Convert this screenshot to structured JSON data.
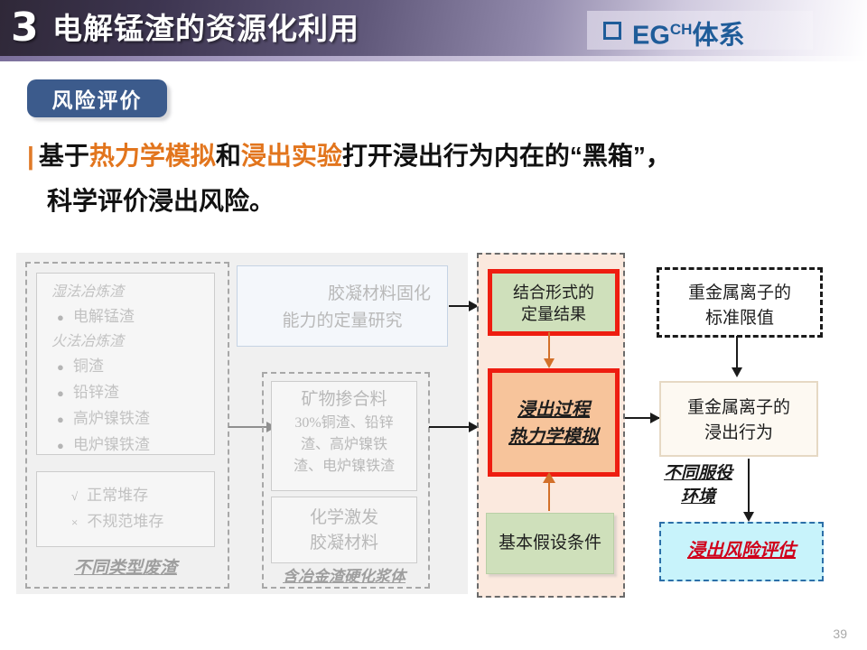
{
  "header": {
    "number": "3",
    "title": "电解锰渣的资源化利用",
    "brand_main": "EG",
    "brand_sup": "CH",
    "brand_tail": "体系",
    "brand_bullet_icon": "square-bullet-icon",
    "accent_color": "#1f5c99"
  },
  "badge": {
    "label": "风险评价",
    "color": "#3c5b8c"
  },
  "headline": {
    "tick": "|",
    "line1_a": "基于",
    "line1_hl1": "热力学模拟",
    "line1_b": "和",
    "line1_hl2": "浸出实验",
    "line1_c": "打开浸出行为内在的“黑箱”，",
    "line2": "科学评价浸出风险。",
    "highlight_color": "#e2751d"
  },
  "diagram": {
    "left_group": {
      "caption": "不同类型废渣",
      "slag_box": {
        "heading1": "湿法冶炼渣",
        "items1": [
          "电解锰渣"
        ],
        "heading2": "火法冶炼渣",
        "items2": [
          "铜渣",
          "铅锌渣",
          "高炉镍铁渣",
          "电炉镍铁渣"
        ]
      },
      "storage_box": {
        "ok_mark": "√",
        "ok_label": "正常堆存",
        "bad_mark": "×",
        "bad_label": "不规范堆存"
      }
    },
    "middle_group": {
      "study_box_line1": "胶凝材料固化",
      "study_box_line2": "能力的定量研究",
      "caption": "含冶金渣硬化浆体",
      "mineral_box": {
        "title": "矿物掺合料",
        "line1": "30%铜渣、铅锌",
        "line2": "渣、高炉镍铁",
        "line3": "渣、电炉镍铁渣"
      },
      "binder_box": {
        "line1": "化学激发",
        "line2": "胶凝材料"
      }
    },
    "orange_group": {
      "result_box": {
        "line1": "结合形式的",
        "line2": "定量结果"
      },
      "simulation_box": {
        "line1": "浸出过程",
        "line2": "热力学模拟"
      },
      "assumption_box": {
        "line1": "基本假设条件"
      }
    },
    "right_group": {
      "standard_box": {
        "line1": "重金属离子的",
        "line2": "标准限值"
      },
      "behavior_box": {
        "line1": "重金属离子的",
        "line2": "浸出行为"
      },
      "service_label": {
        "line1": "不同服役",
        "line2": "环境"
      },
      "risk_box": {
        "label": "浸出风险评估",
        "color": "#d0021b"
      }
    }
  },
  "footer": {
    "page_number": "39"
  }
}
